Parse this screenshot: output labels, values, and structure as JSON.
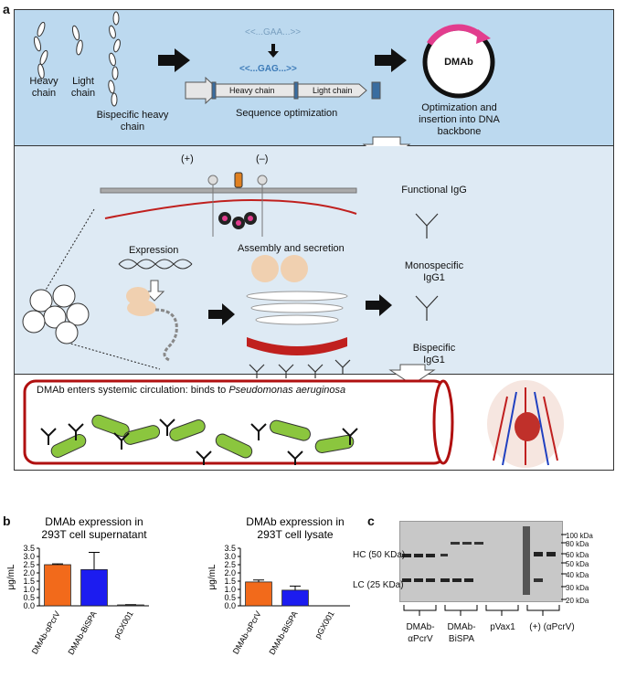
{
  "panel_a": {
    "letter": "a",
    "top": {
      "heavy_chain": "Heavy chain",
      "light_chain": "Light chain",
      "bispecific_heavy_chain": "Bispecific heavy chain",
      "codon_before": "<<...GAA...>>",
      "codon_after": "<<...GAG...>>",
      "cassette_heavy": "Heavy chain",
      "cassette_light": "Light chain",
      "sequence_optimization": "Sequence optimization",
      "plasmid_label": "DMAb",
      "optimization_insertion": "Optimization and insertion into DNA backbone"
    },
    "middle": {
      "plus": "(+)",
      "minus": "(–)",
      "expression": "Expression",
      "assembly_secretion": "Assembly and secretion",
      "functional_igg": "Functional IgG",
      "monospecific": "Monospecific IgG1",
      "bispecific": "Bispecific IgG1"
    },
    "bottom": {
      "circulation_text": "DMAb enters systemic circulation: binds to ",
      "organism": "Pseudomonas aeruginosa"
    }
  },
  "panel_b": {
    "letter": "b",
    "charts": [
      {
        "title_line1": "DMAb expression in",
        "title_line2": "293T cell supernatant",
        "ylabel": "μg/mL",
        "ylim": [
          0,
          3.5
        ],
        "yticks": [
          "0.0",
          "0.5",
          "1.0",
          "1.5",
          "2.0",
          "2.5",
          "3.0",
          "3.5"
        ],
        "categories": [
          "DMAb-αPcrV",
          "DMAb-BiSPA",
          "pGX001"
        ],
        "values": [
          2.5,
          2.2,
          0.05
        ],
        "errors": [
          0.05,
          1.05,
          0.02
        ],
        "colors": [
          "#f26a1b",
          "#1c1cf0",
          "#777777"
        ]
      },
      {
        "title_line1": "DMAb expression in",
        "title_line2": "293T cell lysate",
        "ylabel": "μg/mL",
        "ylim": [
          0,
          3.5
        ],
        "yticks": [
          "0.0",
          "0.5",
          "1.0",
          "1.5",
          "2.0",
          "2.5",
          "3.0",
          "3.5"
        ],
        "categories": [
          "DMAb-αPcrV",
          "DMAb-BiSPA",
          "pGX001"
        ],
        "values": [
          1.45,
          0.95,
          0.0
        ],
        "errors": [
          0.12,
          0.25,
          0.0
        ],
        "colors": [
          "#f26a1b",
          "#1c1cf0",
          "#777777"
        ]
      }
    ]
  },
  "panel_c": {
    "letter": "c",
    "hc_label": "HC (50 KDa)",
    "lc_label": "LC (25 KDa)",
    "ladder": [
      "100 kDa",
      "80 kDa",
      "60 kDa",
      "50 kDa",
      "40 kDa",
      "30 kDa",
      "20 kDa"
    ],
    "lane_groups": [
      {
        "line1": "DMAb-",
        "line2": "αPcrV"
      },
      {
        "line1": "DMAb-",
        "line2": "BiSPA"
      },
      {
        "line1": "pVax1",
        "line2": ""
      },
      {
        "line1": "(+) (αPcrV)",
        "line2": ""
      }
    ]
  }
}
